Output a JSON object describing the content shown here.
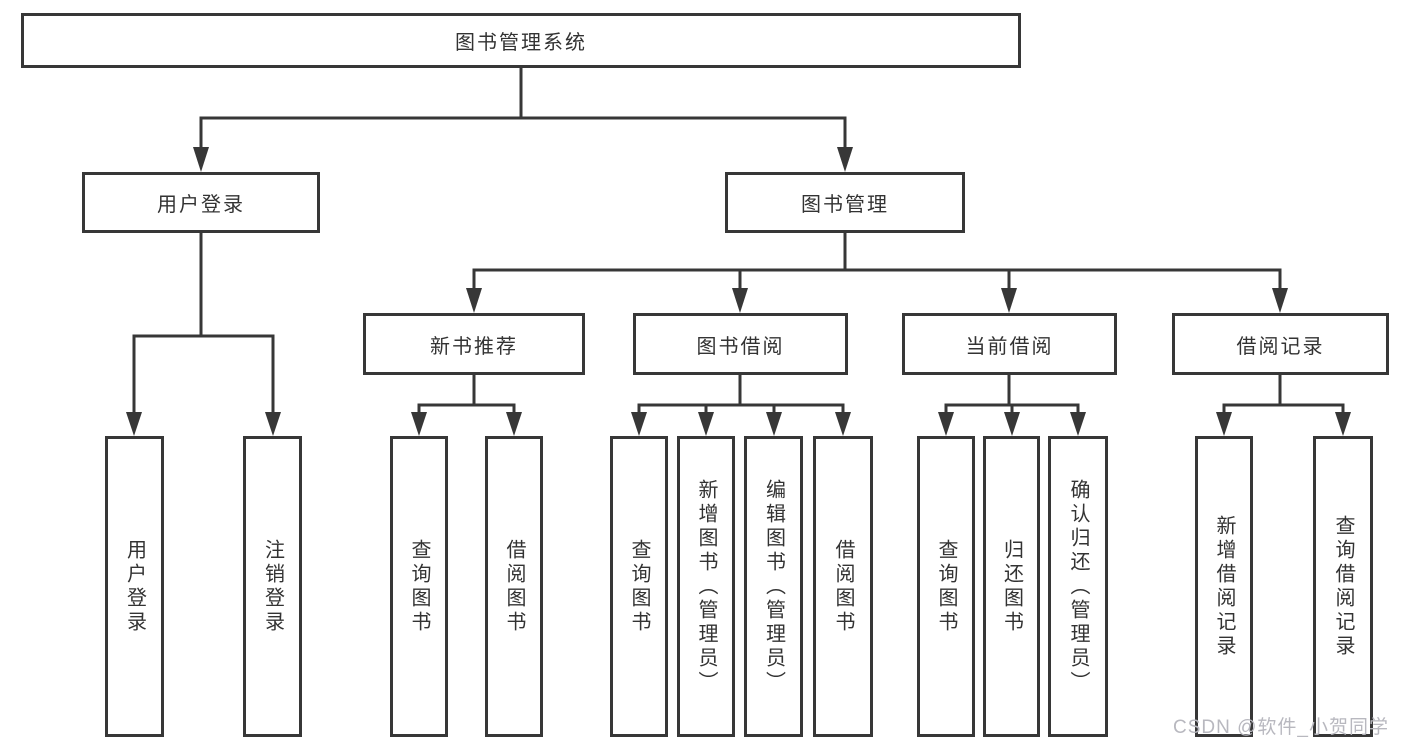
{
  "tree": {
    "label": "图书管理系统",
    "children": [
      {
        "label": "用户登录",
        "children": [
          {
            "label": "用户登录"
          },
          {
            "label": "注销登录"
          }
        ]
      },
      {
        "label": "图书管理",
        "children": [
          {
            "label": "新书推荐",
            "children": [
              {
                "label": "查询图书"
              },
              {
                "label": "借阅图书"
              }
            ]
          },
          {
            "label": "图书借阅",
            "children": [
              {
                "label": "查询图书"
              },
              {
                "label": "新增图书（管理员）"
              },
              {
                "label": "编辑图书（管理员）"
              },
              {
                "label": "借阅图书"
              }
            ]
          },
          {
            "label": "当前借阅",
            "children": [
              {
                "label": "查询图书"
              },
              {
                "label": "归还图书"
              },
              {
                "label": "确认归还（管理员）"
              }
            ]
          },
          {
            "label": "借阅记录",
            "children": [
              {
                "label": "新增借阅记录"
              },
              {
                "label": "查询借阅记录"
              }
            ]
          }
        ]
      }
    ]
  },
  "watermark": {
    "text": "CSDN @软件_小贺同学"
  },
  "colors": {
    "line": "#373737",
    "text": "#333333",
    "background": "#ffffff",
    "watermark": "#b8b8bf"
  }
}
